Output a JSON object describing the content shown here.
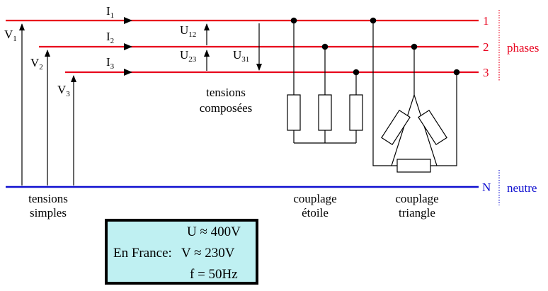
{
  "lines": {
    "phase1": "1",
    "phase2": "2",
    "phase3": "3",
    "neutral": "N",
    "phases_label": "phases",
    "neutral_label": "neutre"
  },
  "currents": {
    "i1": {
      "main": "I",
      "sub": "1"
    },
    "i2": {
      "main": "I",
      "sub": "2"
    },
    "i3": {
      "main": "I",
      "sub": "3"
    }
  },
  "simple_voltages": {
    "v1": {
      "main": "V",
      "sub": "1"
    },
    "v2": {
      "main": "V",
      "sub": "2"
    },
    "v3": {
      "main": "V",
      "sub": "3"
    },
    "caption_line1": "tensions",
    "caption_line2": "simples"
  },
  "compound_voltages": {
    "u12": {
      "main": "U",
      "sub": "12"
    },
    "u23": {
      "main": "U",
      "sub": "23"
    },
    "u31": {
      "main": "U",
      "sub": "31"
    },
    "caption_line1": "tensions",
    "caption_line2": "composées"
  },
  "couplings": {
    "star_line1": "couplage",
    "star_line2": "étoile",
    "delta_line1": "couplage",
    "delta_line2": "triangle"
  },
  "info_box": {
    "label": "En France:",
    "u_formula": "U ≈ 400V",
    "v_formula": "V ≈ 230V",
    "f_formula": "f = 50Hz"
  },
  "colors": {
    "phase": "#e8001c",
    "neutral": "#1010d0",
    "box_fill": "#bff0f2"
  }
}
